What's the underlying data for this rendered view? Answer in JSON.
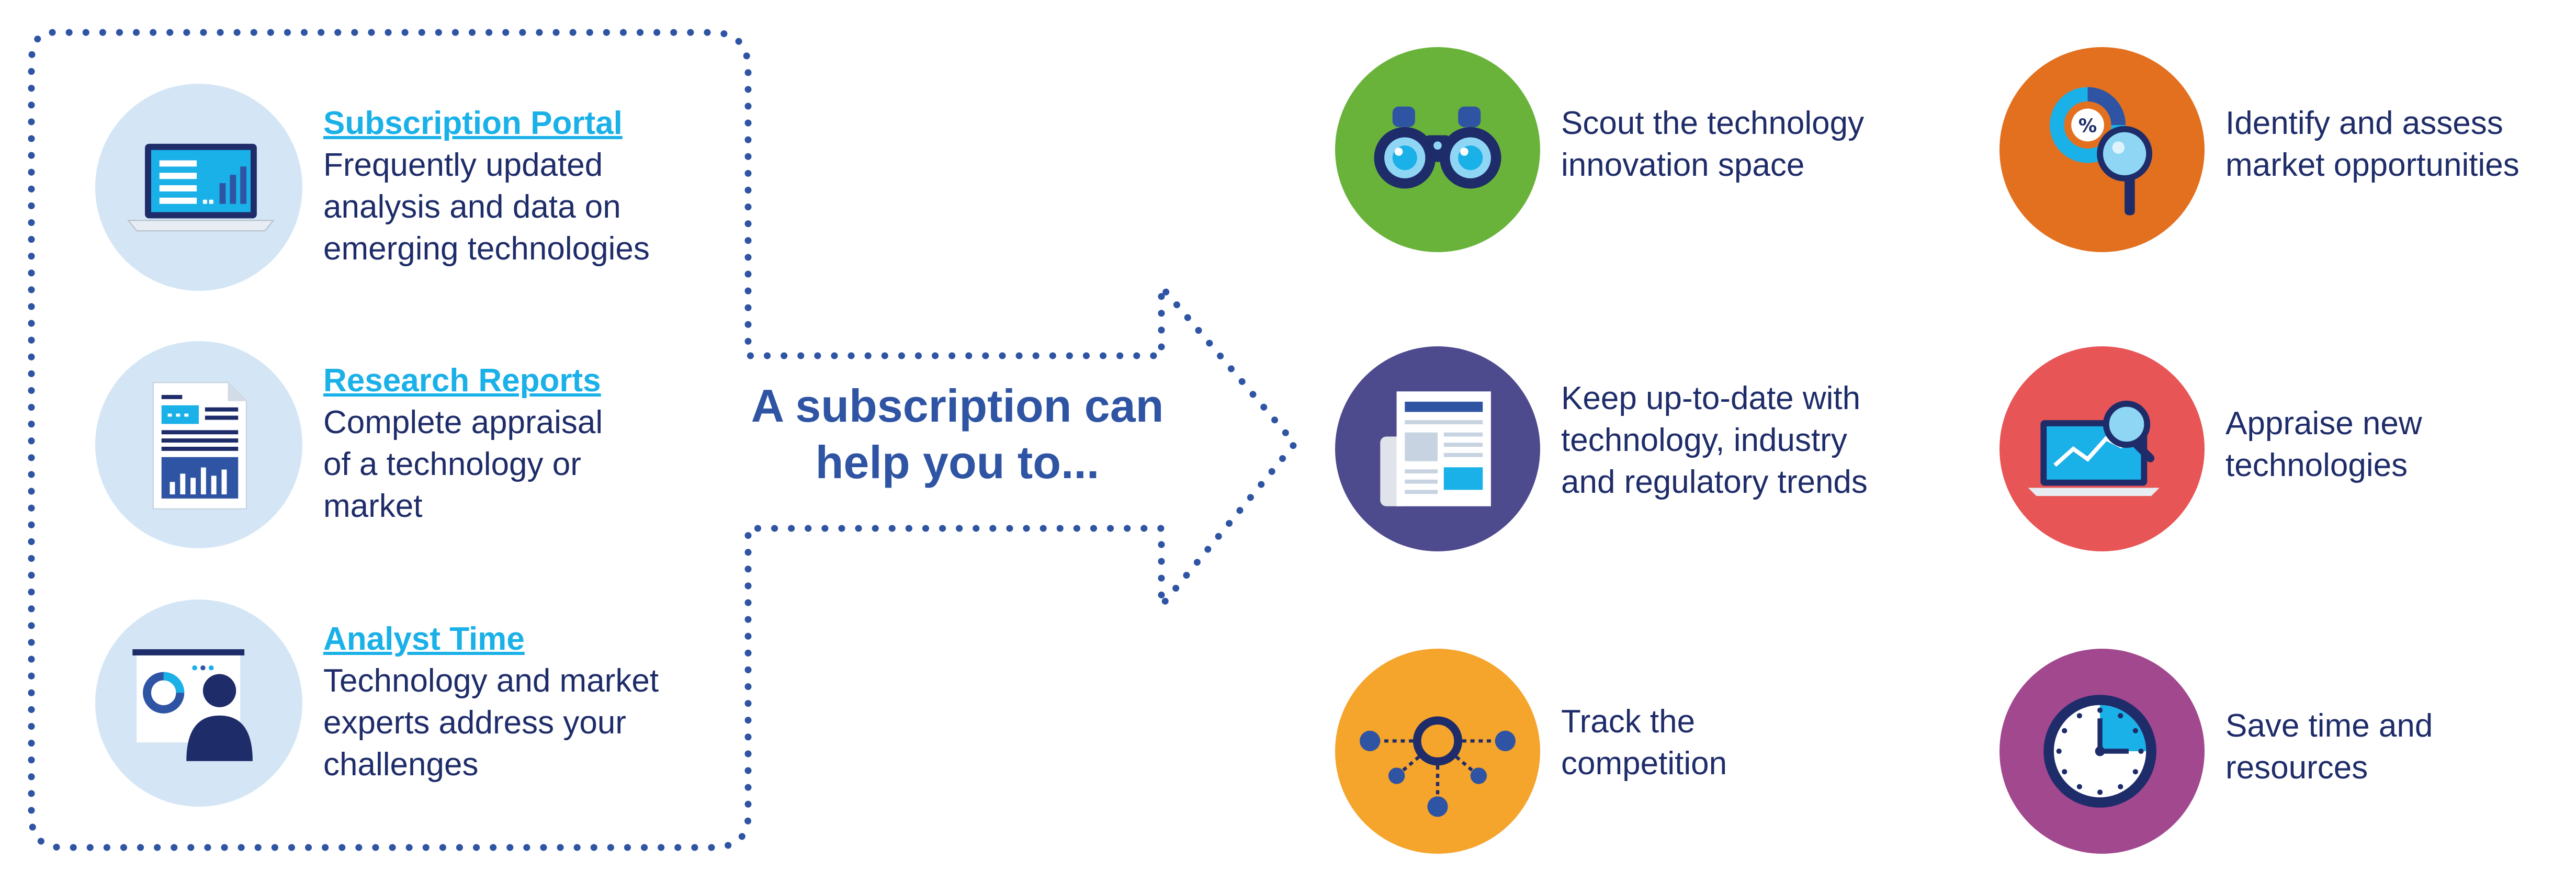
{
  "offerings": [
    {
      "title": "Subscription Portal",
      "description": "Frequently updated\nanalysis and data on\nemerging technologies",
      "icon": "laptop-dashboard-icon"
    },
    {
      "title": "Research Reports",
      "description": "Complete appraisal\nof a technology or\nmarket",
      "icon": "report-document-icon"
    },
    {
      "title": "Analyst Time",
      "description": "Technology and market\nexperts address your\nchallenges",
      "icon": "presenter-screen-icon"
    }
  ],
  "center_text": "A subscription can\nhelp you to...",
  "benefits": [
    {
      "text": "Scout the technology\ninnovation space",
      "icon": "binoculars-icon",
      "color": "#6ab33a"
    },
    {
      "text": "Identify and assess\nmarket opportunities",
      "icon": "percent-magnifier-icon",
      "color": "#e2701f"
    },
    {
      "text": "Keep up-to-date with\ntechnology, industry\nand regulatory trends",
      "icon": "newspaper-icon",
      "color": "#4e4a8e"
    },
    {
      "text": "Appraise new\ntechnologies",
      "icon": "laptop-magnifier-icon",
      "color": "#e85556"
    },
    {
      "text": "Track the\ncompetition",
      "icon": "network-node-icon",
      "color": "#f5a42c"
    },
    {
      "text": "Save time and\nresources",
      "icon": "clock-icon",
      "color": "#a2488f"
    }
  ],
  "colors": {
    "dotted_line": "#2e54a3",
    "left_circle": "#d4e6f5",
    "title": "#1ab0e8",
    "body_text": "#1e2c69",
    "center_text": "#2e54a3"
  }
}
